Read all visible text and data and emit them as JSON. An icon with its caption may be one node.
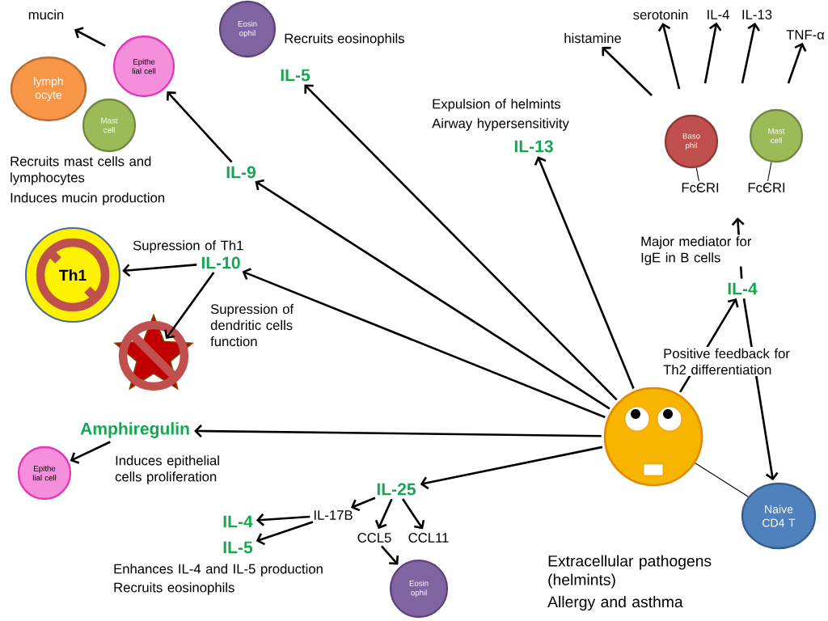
{
  "diagram": {
    "nodes": [
      {
        "text": [
          "mucin"
        ]
      },
      {
        "text": [
          "Epithe lial cell"
        ]
      },
      {
        "text": [
          "lymph ocyte"
        ]
      },
      {
        "text": [
          "Mast cell"
        ]
      },
      {
        "text": [
          "IL-9"
        ]
      },
      {
        "text": [
          "Eosin ophil"
        ],
        "beside": [
          "Recruits eosinophils"
        ]
      },
      {
        "text": [
          "IL-5"
        ]
      },
      {
        "text": [
          "IL-13"
        ]
      },
      {
        "text": [
          "histamine"
        ]
      },
      {
        "text": [
          "serotonin"
        ]
      },
      {
        "text": [
          "IL-4"
        ]
      },
      {
        "text": [
          "IL-13"
        ]
      },
      {
        "text": [
          "TNF-α"
        ]
      },
      {
        "text": [
          "Baso phil"
        ]
      },
      {
        "text": [
          "Mast cell"
        ]
      },
      {
        "text": [
          "FcЄRI"
        ]
      },
      {
        "text": [
          "FcЄRI"
        ]
      },
      {
        "text": [
          "IL-4"
        ]
      },
      {
        "text": [
          "IL-10"
        ]
      },
      {
        "text": [
          "Th1"
        ]
      },
      {
        "text": [],
        "shape": "star"
      },
      {
        "text": [
          "Amphiregulin"
        ]
      },
      {
        "text": [
          "Epithe lial cell"
        ]
      },
      {
        "text": [],
        "shape": "picture"
      },
      {
        "text": [
          "Naive CD4 T"
        ]
      },
      {
        "text": [
          "IL-25"
        ]
      },
      {
        "text": [
          "IL-17B"
        ]
      },
      {
        "text": [
          "CCL5"
        ]
      },
      {
        "text": [
          "CCL11"
        ]
      },
      {
        "text": [
          "IL-4"
        ]
      },
      {
        "text": [
          "IL-5"
        ]
      },
      {
        "text": [
          "Eosin ophil"
        ]
      }
    ],
    "edges": [
      {
        "from": 1,
        "to": 0,
        "arrow": "to"
      },
      {
        "from": 4,
        "to": 1,
        "arrow": "to"
      },
      {
        "from": 23,
        "to": 4,
        "arrow": "to"
      },
      {
        "from": 23,
        "to": 6,
        "arrow": "to"
      },
      {
        "from": 23,
        "to": 7,
        "arrow": "to"
      },
      {
        "from": 23,
        "to": 18,
        "arrow": "to"
      },
      {
        "from": 23,
        "to": 21,
        "arrow": "to"
      },
      {
        "from": 23,
        "to": 25,
        "arrow": "to"
      },
      {
        "from": 23,
        "to": 17,
        "arrow": "to",
        "label": "Positive feedback for Th2 differentiation"
      },
      {
        "from": 17,
        "to": null,
        "arrow": "to",
        "label": "Major mediator for IgE in B cells"
      },
      {
        "from": 17,
        "to": 24,
        "arrow": "to"
      },
      {
        "from": 23,
        "to": 24,
        "arrow": "none"
      },
      {
        "from": null,
        "to": 8,
        "arrow": "to"
      },
      {
        "from": null,
        "to": 9,
        "arrow": "to"
      },
      {
        "from": null,
        "to": 10,
        "arrow": "to"
      },
      {
        "from": null,
        "to": 11,
        "arrow": "to"
      },
      {
        "from": null,
        "to": 12,
        "arrow": "to"
      },
      {
        "from": 15,
        "to": 13,
        "arrow": "none"
      },
      {
        "from": 16,
        "to": 14,
        "arrow": "none"
      },
      {
        "from": 18,
        "to": 19,
        "arrow": "to"
      },
      {
        "from": 18,
        "to": 20,
        "arrow": "to"
      },
      {
        "from": 21,
        "to": 22,
        "arrow": "to"
      },
      {
        "from": 25,
        "to": 26,
        "arrow": "to"
      },
      {
        "from": 25,
        "to": 27,
        "arrow": "to"
      },
      {
        "from": 25,
        "to": 28,
        "arrow": "to"
      },
      {
        "from": 26,
        "to": 29,
        "arrow": "to"
      },
      {
        "from": 26,
        "to": 30,
        "arrow": "to"
      },
      {
        "from": 27,
        "to": 31,
        "arrow": "to"
      }
    ],
    "labels": [
      "Expulsion of helmints",
      "Airway hypersensitivity",
      "Recruits mast cells and lymphocytes",
      "Induces mucin production",
      "Supression of Th1",
      "Supression of dendritic cells function",
      "Induces epithelial cells proliferation",
      "Extracellular pathogens (helmints)",
      "Allergy and asthma",
      "Enhances IL-4 and IL-5 production",
      "Recruits eosinophils"
    ]
  }
}
